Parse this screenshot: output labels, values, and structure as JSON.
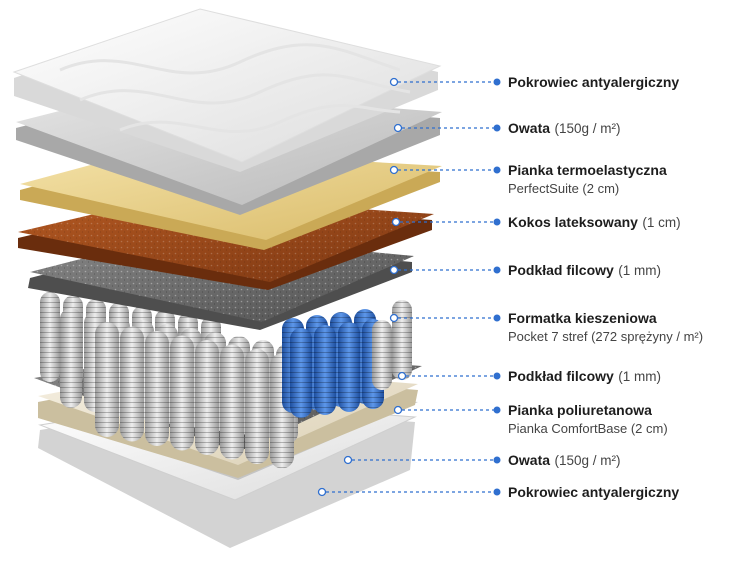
{
  "layers": [
    {
      "name": "Pokrowiec antyalergiczny",
      "spec": "",
      "sub": ""
    },
    {
      "name": "Owata",
      "spec": "(150g / m²)",
      "sub": ""
    },
    {
      "name": "Pianka termoelastyczna",
      "spec": "",
      "sub": "PerfectSuite (2 cm)"
    },
    {
      "name": "Kokos lateksowany",
      "spec": "(1 cm)",
      "sub": ""
    },
    {
      "name": "Podkład filcowy",
      "spec": "(1 mm)",
      "sub": ""
    },
    {
      "name": "Formatka kieszeniowa",
      "spec": "",
      "sub": "Pocket 7 stref (272 sprężyny / m²)"
    },
    {
      "name": "Podkład filcowy",
      "spec": "(1 mm)",
      "sub": ""
    },
    {
      "name": "Pianka poliuretanowa",
      "spec": "",
      "sub": "Pianka ComfortBase (2 cm)"
    },
    {
      "name": "Owata",
      "spec": "(150g / m²)",
      "sub": ""
    },
    {
      "name": "Pokrowiec antyalergiczny",
      "spec": "",
      "sub": ""
    }
  ],
  "colors": {
    "accent": "#2f6fcf",
    "cover": "#f1f1f1",
    "wadding": "#d6d6d6",
    "thermo_foam": "#edd694",
    "coconut": "#9b4a1c",
    "felt": "#6f6f6f",
    "spring_grey": "#c9c9c9",
    "spring_blue": "#2f6fcf",
    "pu_foam": "#efe6d2"
  }
}
